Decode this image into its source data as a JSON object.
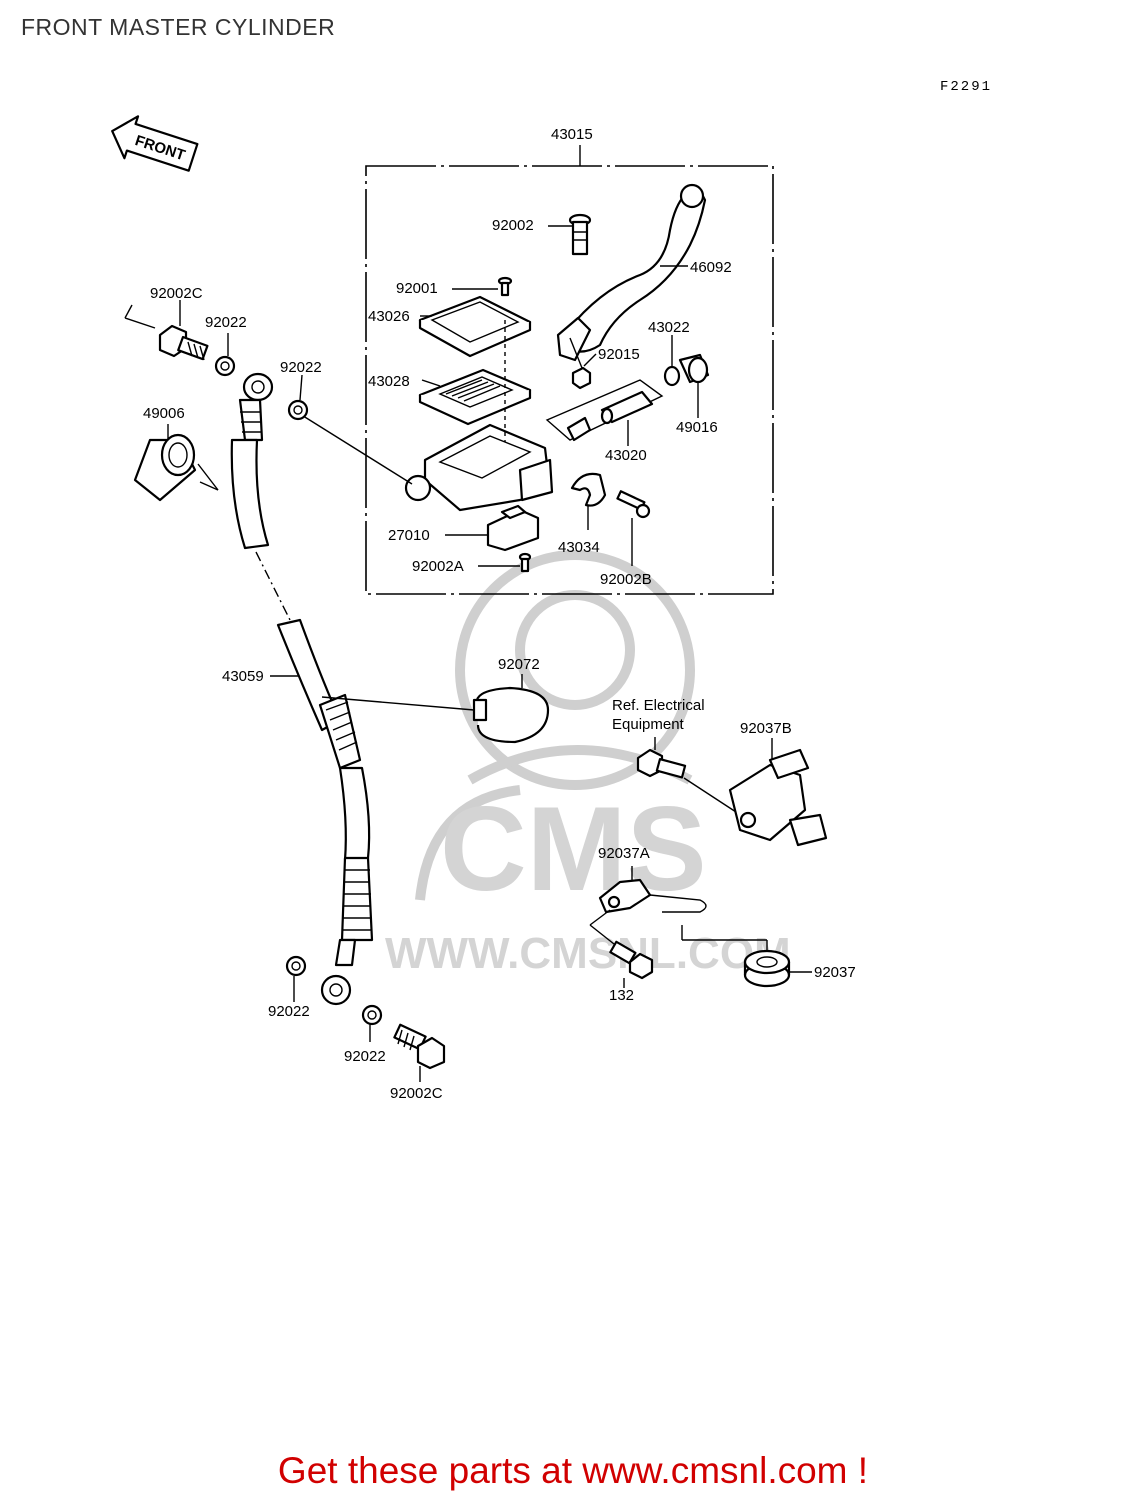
{
  "title": "FRONT MASTER CYLINDER",
  "diagram_code": "F2291",
  "front_arrow_label": "FRONT",
  "watermark": {
    "brand": "CMS",
    "site": "WWW.CMSNL.COM"
  },
  "parts": {
    "p43015": "43015",
    "p92002": "92002",
    "p46092": "46092",
    "p92001": "92001",
    "p43026": "43026",
    "p43022": "43022",
    "p92015": "92015",
    "p43028": "43028",
    "p49016": "49016",
    "p43020": "43020",
    "p27010": "27010",
    "p43034": "43034",
    "p92002A": "92002A",
    "p92002B": "92002B",
    "p92002C_top": "92002C",
    "p92022_top_left": "92022",
    "p92022_top_mid": "92022",
    "p49006": "49006",
    "p43059": "43059",
    "p92072": "92072",
    "p92037B": "92037B",
    "p92037A": "92037A",
    "p92037": "92037",
    "p132": "132",
    "p92022_bot_left": "92022",
    "p92022_bot_mid": "92022",
    "p92002C_bot": "92002C"
  },
  "ref_note": {
    "line1": "Ref. Electrical",
    "line2": "Equipment"
  },
  "footer": {
    "cta": "Get these parts at www.cmsnl.com !"
  }
}
